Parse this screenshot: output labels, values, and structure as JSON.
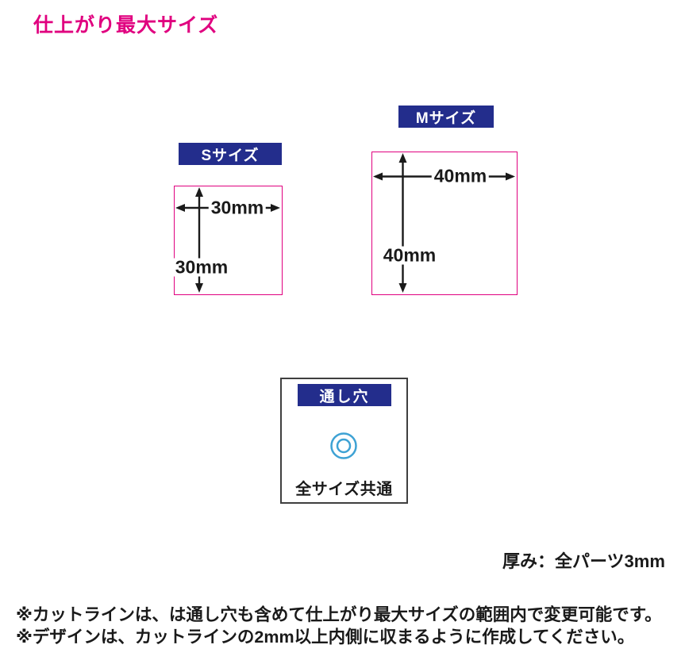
{
  "page": {
    "title": "仕上がり最大サイズ",
    "thickness_note": "厚み：全パーツ3mm",
    "notes": [
      "※カットラインは、は通し穴も含めて仕上がり最大サイズの範囲内で変更可能です。",
      "※デザインは、カットラインの2mm以上内側に収まるように作成してください。"
    ]
  },
  "sizes": {
    "s": {
      "label": "Sサイズ",
      "width": "30mm",
      "height": "30mm"
    },
    "m": {
      "label": "Mサイズ",
      "width": "40mm",
      "height": "40mm"
    }
  },
  "hole": {
    "label": "通し穴",
    "caption": "全サイズ共通",
    "icon": "through-hole-donut-icon"
  },
  "colors": {
    "accent_magenta": "#e0007f",
    "label_navy": "#232d8c",
    "hole_blue": "#3ea2d4",
    "ink": "#1a1a1a"
  }
}
